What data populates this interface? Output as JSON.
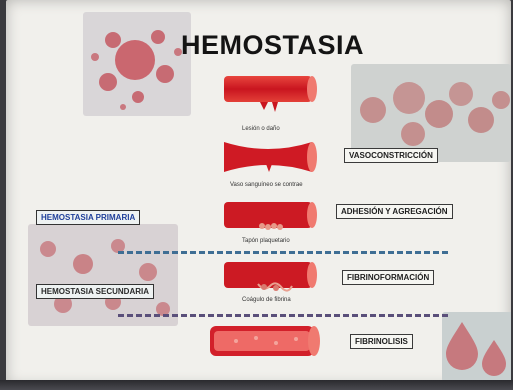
{
  "slide": {
    "title": "HEMOSTASIA",
    "colors": {
      "vessel": "#d2202a",
      "vessel_light": "#f07a70",
      "primaria": "#1f3f9a",
      "dash_primaria": "#3f6e94",
      "dash_secundaria": "#5a4f7a"
    },
    "vessels": [
      {
        "caption": "Lesión o daño"
      },
      {
        "caption": "Vaso sanguíneo se contrae"
      },
      {
        "caption": "Tapón plaquetario"
      },
      {
        "caption": "Coágulo de fibrina"
      },
      {
        "caption": ""
      }
    ],
    "steps": [
      {
        "label": "VASOCONSTRICCIÓN"
      },
      {
        "label": "ADHESIÓN Y AGREGACIÓN"
      },
      {
        "label": "FIBRINOFORMACIÓN"
      },
      {
        "label": "FIBRINOLISIS"
      }
    ],
    "side_labels": {
      "primaria": "HEMOSTASIA PRIMARIA",
      "secundaria": "HEMOSTASIA SECUNDARIA"
    }
  }
}
